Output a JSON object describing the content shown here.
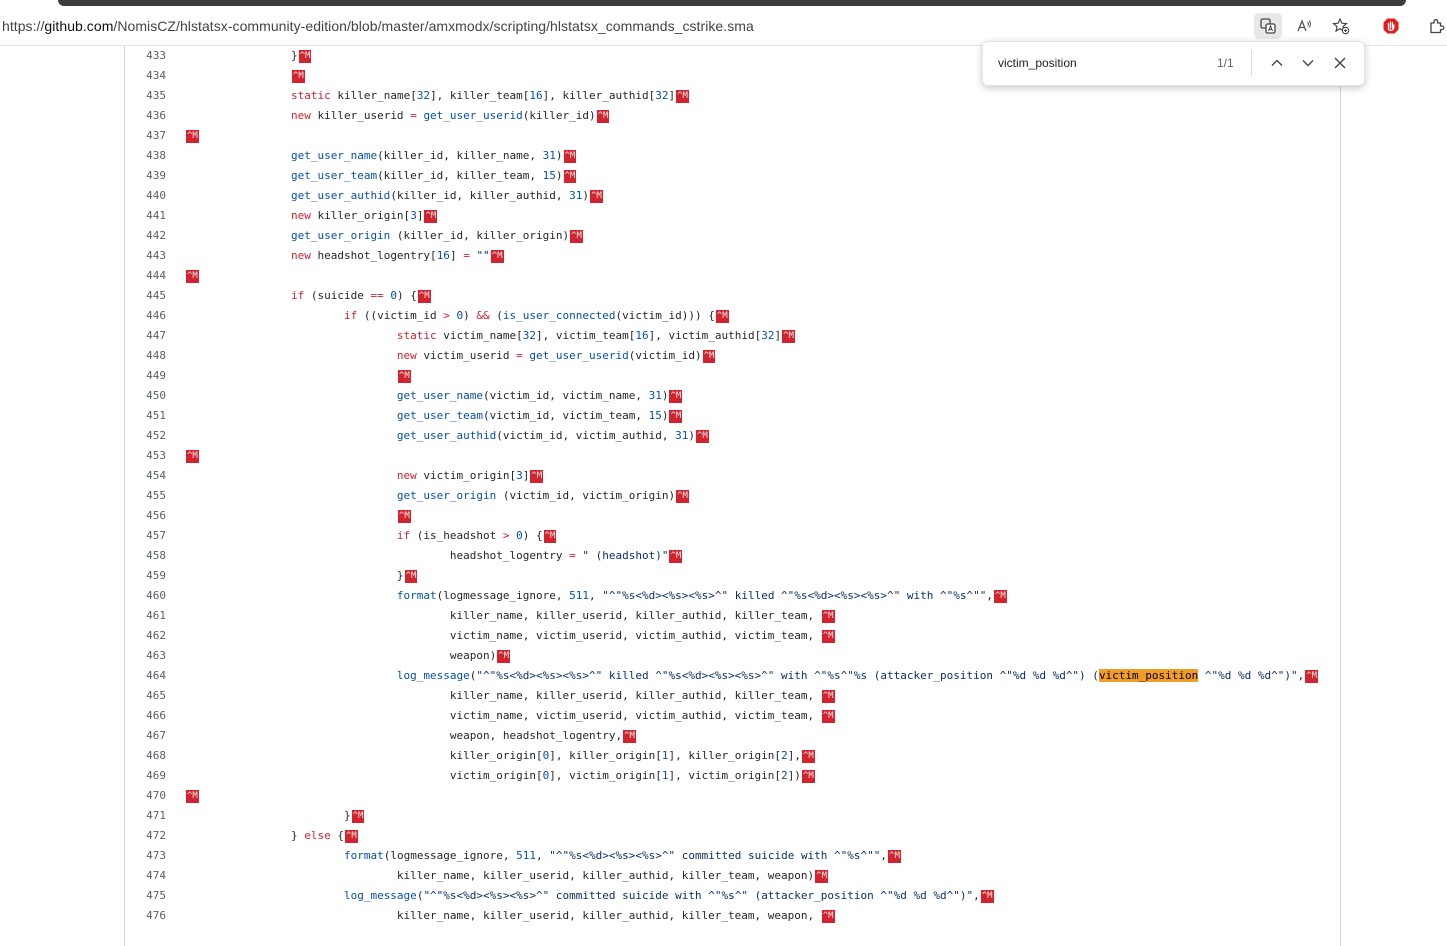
{
  "browser": {
    "url_host_prefix": "https://",
    "url_host": "github.com",
    "url_path": "/NomisCZ/hlstatsx-community-edition/blob/master/amxmodx/scripting/hlstatsx_commands_cstrike.sma",
    "toolbar_icons": [
      "translate-icon",
      "read-aloud-icon",
      "add-favorite-icon",
      "adblock-icon",
      "extensions-icon"
    ]
  },
  "find": {
    "query": "victim_position",
    "count": "1/1"
  },
  "code": {
    "carriage_return_glyph": "^M",
    "lines": [
      {
        "n": "433",
        "code": "\t\t}",
        "cr": true
      },
      {
        "n": "434",
        "code": "\t\t",
        "cr": true
      },
      {
        "n": "435",
        "code": "\t\tstatic killer_name[32], killer_team[16], killer_authid[32]",
        "cr": true
      },
      {
        "n": "436",
        "code": "\t\tnew killer_userid = get_user_userid(killer_id)",
        "cr": true
      },
      {
        "n": "437",
        "code": "",
        "cr": true
      },
      {
        "n": "438",
        "code": "\t\tget_user_name(killer_id, killer_name, 31)",
        "cr": true
      },
      {
        "n": "439",
        "code": "\t\tget_user_team(killer_id, killer_team, 15)",
        "cr": true
      },
      {
        "n": "440",
        "code": "\t\tget_user_authid(killer_id, killer_authid, 31)",
        "cr": true
      },
      {
        "n": "441",
        "code": "\t\tnew killer_origin[3]",
        "cr": true
      },
      {
        "n": "442",
        "code": "\t\tget_user_origin (killer_id, killer_origin)",
        "cr": true
      },
      {
        "n": "443",
        "code": "\t\tnew headshot_logentry[16] = \"\"",
        "cr": true
      },
      {
        "n": "444",
        "code": "",
        "cr": true
      },
      {
        "n": "445",
        "code": "\t\tif (suicide == 0) {",
        "cr": true
      },
      {
        "n": "446",
        "code": "\t\t\tif ((victim_id > 0) && (is_user_connected(victim_id))) {",
        "cr": true
      },
      {
        "n": "447",
        "code": "\t\t\t\tstatic victim_name[32], victim_team[16], victim_authid[32]",
        "cr": true
      },
      {
        "n": "448",
        "code": "\t\t\t\tnew victim_userid = get_user_userid(victim_id)",
        "cr": true
      },
      {
        "n": "449",
        "code": "\t\t\t\t",
        "cr": true
      },
      {
        "n": "450",
        "code": "\t\t\t\tget_user_name(victim_id, victim_name, 31)",
        "cr": true
      },
      {
        "n": "451",
        "code": "\t\t\t\tget_user_team(victim_id, victim_team, 15)",
        "cr": true
      },
      {
        "n": "452",
        "code": "\t\t\t\tget_user_authid(victim_id, victim_authid, 31)",
        "cr": true
      },
      {
        "n": "453",
        "code": "",
        "cr": true
      },
      {
        "n": "454",
        "code": "\t\t\t\tnew victim_origin[3]",
        "cr": true
      },
      {
        "n": "455",
        "code": "\t\t\t\tget_user_origin (victim_id, victim_origin)",
        "cr": true
      },
      {
        "n": "456",
        "code": "\t\t\t\t",
        "cr": true
      },
      {
        "n": "457",
        "code": "\t\t\t\tif (is_headshot > 0) {",
        "cr": true
      },
      {
        "n": "458",
        "code": "\t\t\t\t\theadshot_logentry = \" (headshot)\"",
        "cr": true
      },
      {
        "n": "459",
        "code": "\t\t\t\t}",
        "cr": true
      },
      {
        "n": "460",
        "code": "\t\t\t\tformat(logmessage_ignore, 511, \"^\"%s<%d><%s><%s>^\" killed ^\"%s<%d><%s><%s>^\" with ^\"%s^\"\",",
        "cr": true
      },
      {
        "n": "461",
        "code": "\t\t\t\t\tkiller_name, killer_userid, killer_authid, killer_team, ",
        "cr": true
      },
      {
        "n": "462",
        "code": "\t\t\t\t\tvictim_name, victim_userid, victim_authid, victim_team, ",
        "cr": true
      },
      {
        "n": "463",
        "code": "\t\t\t\t\tweapon)",
        "cr": true
      },
      {
        "n": "464",
        "code": "\t\t\t\tlog_message(\"^\"%s<%d><%s><%s>^\" killed ^\"%s<%d><%s><%s>^\" with ^\"%s^\"%s (attacker_position ^\"%d %d %d^\") (victim_position ^\"%d %d %d^\")\",",
        "cr": true
      },
      {
        "n": "465",
        "code": "\t\t\t\t\tkiller_name, killer_userid, killer_authid, killer_team, ",
        "cr": true
      },
      {
        "n": "466",
        "code": "\t\t\t\t\tvictim_name, victim_userid, victim_authid, victim_team, ",
        "cr": true
      },
      {
        "n": "467",
        "code": "\t\t\t\t\tweapon, headshot_logentry,",
        "cr": true
      },
      {
        "n": "468",
        "code": "\t\t\t\t\tkiller_origin[0], killer_origin[1], killer_origin[2],",
        "cr": true
      },
      {
        "n": "469",
        "code": "\t\t\t\t\tvictim_origin[0], victim_origin[1], victim_origin[2])",
        "cr": true
      },
      {
        "n": "470",
        "code": "",
        "cr": true
      },
      {
        "n": "471",
        "code": "\t\t\t}",
        "cr": true
      },
      {
        "n": "472",
        "code": "\t\t} else {",
        "cr": true
      },
      {
        "n": "473",
        "code": "\t\t\tformat(logmessage_ignore, 511, \"^\"%s<%d><%s><%s>^\" committed suicide with ^\"%s^\"\",",
        "cr": true
      },
      {
        "n": "474",
        "code": "\t\t\t\tkiller_name, killer_userid, killer_authid, killer_team, weapon)",
        "cr": true
      },
      {
        "n": "475",
        "code": "\t\t\tlog_message(\"^\"%s<%d><%s><%s>^\" committed suicide with ^\"%s^\" (attacker_position ^\"%d %d %d^\")\",",
        "cr": true
      },
      {
        "n": "476",
        "code": "\t\t\t\tkiller_name, killer_userid, killer_authid, killer_team, weapon, ",
        "cr": true
      }
    ]
  }
}
